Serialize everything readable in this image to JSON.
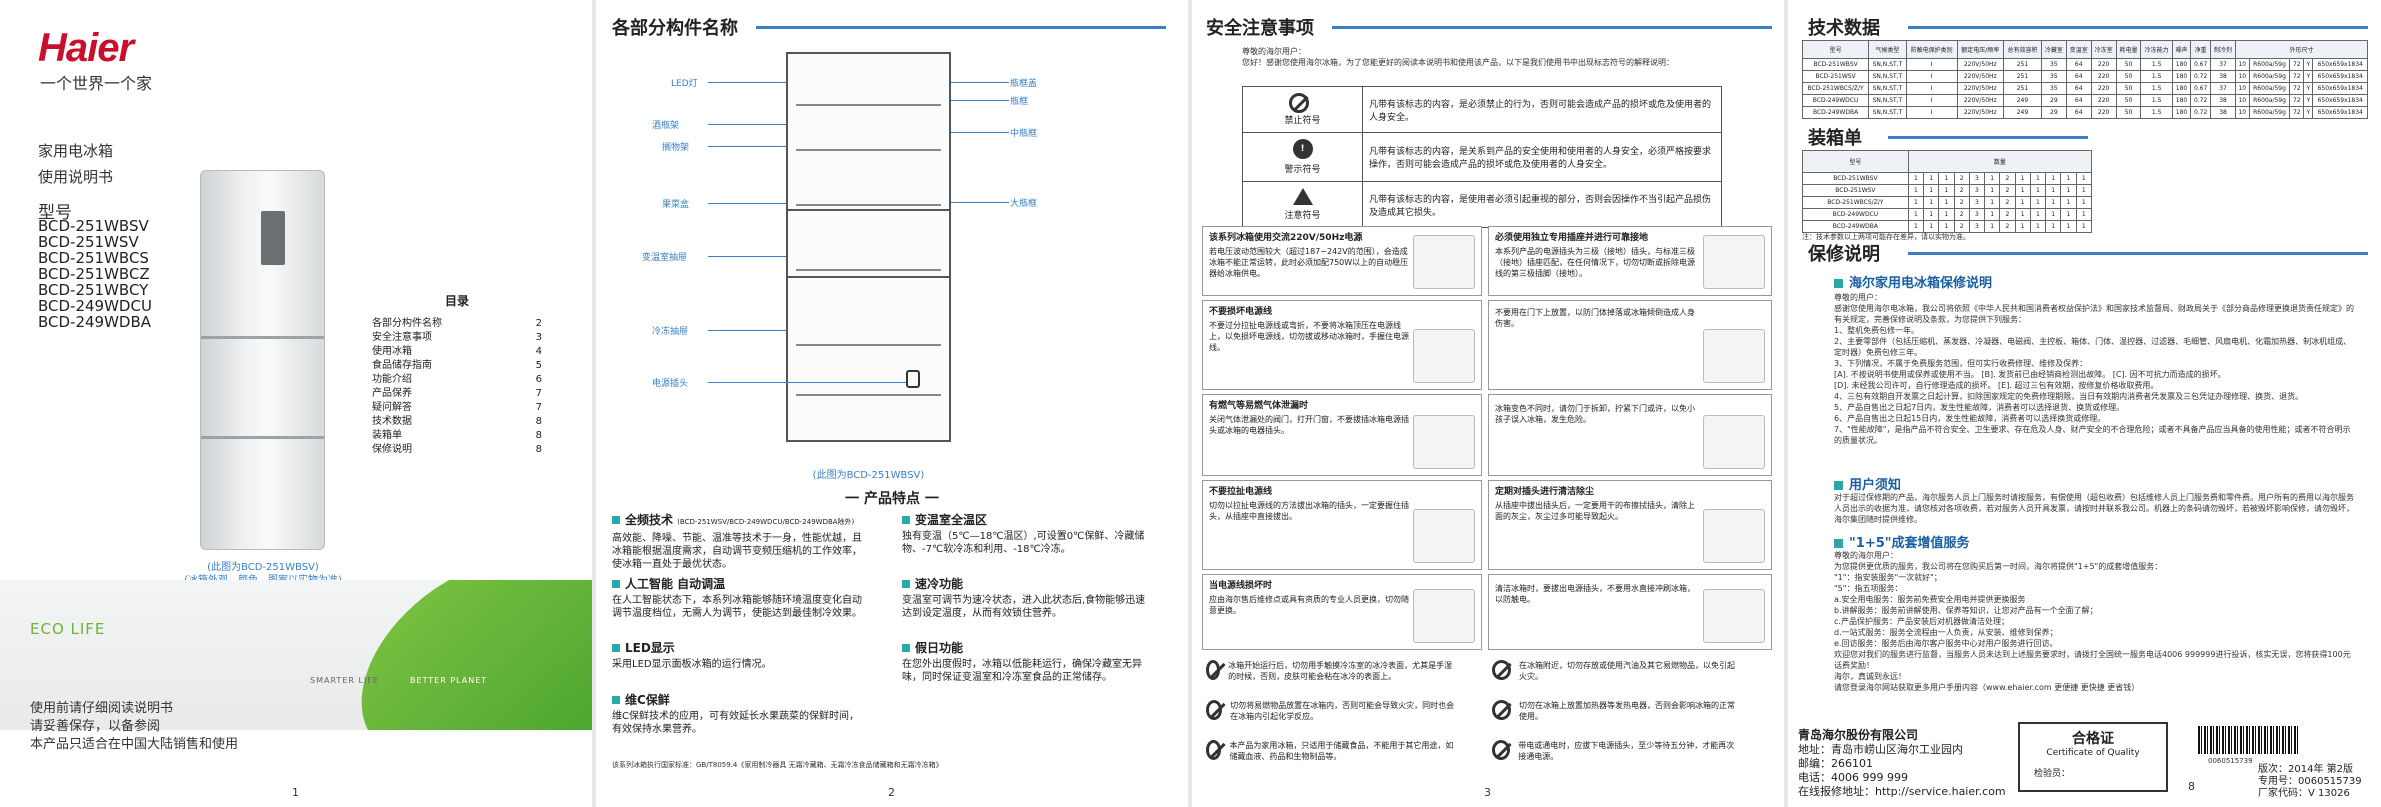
{
  "cover": {
    "slogan": "一个世界一个家",
    "product_type": "家用电冰箱",
    "manual_title": "使用说明书",
    "model_label": "型号",
    "models": [
      "BCD-251WBSV",
      "BCD-251WSV",
      "BCD-251WBCS",
      "BCD-251WBCZ",
      "BCD-251WBCY",
      "BCD-249WDCU",
      "BCD-249WDBA"
    ],
    "image_caption": "(此图为BCD-251WBSV)",
    "image_note": "(冰箱外观、颜色、图案以实物为准)",
    "eco_life": "ECO LIFE",
    "smarter_life": "SMARTER LIFE",
    "better_planet": "BETTER PLANET",
    "footer_lines": [
      "使用前请仔细阅读说明书",
      "请妥善保存，以备参阅",
      "本产品只适合在中国大陆销售和使用"
    ],
    "page_number": "1"
  },
  "toc": {
    "title": "目录",
    "items": [
      {
        "label": "各部分构件名称",
        "page": "2"
      },
      {
        "label": "安全注意事项",
        "page": "3"
      },
      {
        "label": "使用冰箱",
        "page": "4"
      },
      {
        "label": "食品储存指南",
        "page": "5"
      },
      {
        "label": "功能介绍",
        "page": "6"
      },
      {
        "label": "产品保养",
        "page": "7"
      },
      {
        "label": "疑问解答",
        "page": "7"
      },
      {
        "label": "技术数据",
        "page": "8"
      },
      {
        "label": "装箱单",
        "page": "8"
      },
      {
        "label": "保修说明",
        "page": "8"
      }
    ]
  },
  "parts": {
    "title": "各部分构件名称",
    "labels_left": [
      "LED灯",
      "酒瓶架",
      "搁物架",
      "果菜盒",
      "变温室抽屉",
      "冷冻抽屉",
      "电源插头"
    ],
    "labels_right": [
      "瓶框盖",
      "瓶框",
      "中瓶框",
      "大瓶框"
    ],
    "caption": "(此图为BCD-251WBSV)",
    "features_title": "一 产品特点 一",
    "features": [
      {
        "title": "全频技术",
        "sub": "(BCD-251WSV/BCD-249WDCU/BCD-249WDBA除外)",
        "text": "高效能、降噪、节能、温准等技术于一身，性能优越，且冰箱能根据温度需求，自动调节变频压缩机的工作效率，使冰箱一直处于最优状态。"
      },
      {
        "title": "变温室全温区",
        "sub": "",
        "text": "独有变温（5℃—18℃温区）,可设置0℃保鲜、冷藏储物、-7℃软冷冻和利用、-18℃冷冻。"
      },
      {
        "title": "人工智能 自动调温",
        "sub": "",
        "text": "在人工智能状态下，本系列冰箱能够随环境温度变化自动调节温度档位，无需人为调节，使能达到最佳制冷效果。"
      },
      {
        "title": "速冷功能",
        "sub": "",
        "text": "变温室可调节为速冷状态，进入此状态后,食物能够迅速达到设定温度，从而有效锁住营养。"
      },
      {
        "title": "LED显示",
        "sub": "",
        "text": "采用LED显示面板冰箱的运行情况。"
      },
      {
        "title": "假日功能",
        "sub": "",
        "text": "在您外出度假时，冰箱以低能耗运行，确保冷藏室无异味，同时保证变温室和冷冻室食品的正常储存。"
      },
      {
        "title": "维C保鲜",
        "sub": "",
        "text": "维C保鲜技术的应用，可有效延长水果蔬菜的保鲜时间，有效保持水果营养。"
      }
    ],
    "standard_note": "该系列冰箱执行国家标准：GB/T8059.4《家用制冷器具 无霜冷藏箱、无霜冷冻食品储藏箱和无霜冷冻箱》",
    "page_number": "2"
  },
  "safety": {
    "title": "安全注意事项",
    "intro": "尊敬的海尔用户：",
    "intro_text": "您好！感谢您使用海尔冰箱，为了您能更好的阅读本说明书和使用该产品，以下是我们使用书中出现标志符号的解释说明：",
    "symbols": [
      {
        "label": "禁止符号",
        "text": "凡带有该标志的内容，是必须禁止的行为，否则可能会造成产品的损坏或危及使用者的人身安全。"
      },
      {
        "label": "警示符号",
        "text": "凡带有该标志的内容，是关系到产品的安全使用和使用者的人身安全，必须严格按要求操作，否则可能会造成产品的损坏或危及使用者的人身安全。"
      },
      {
        "label": "注意符号",
        "text": "凡带有该标志的内容，是使用者必须引起重视的部分，否则会因操作不当引起产品损伤及造成其它损失。"
      }
    ],
    "cells": [
      {
        "title": "该系列冰箱使用交流220V/50Hz电源",
        "text": "若电压波动范围较大（超过187~242V的范围），会造成冰箱不能正常运转，此时必须加配750W以上的自动稳压器给冰箱供电。"
      },
      {
        "title": "必须使用独立专用插座并进行可靠接地",
        "text": "本系列产品的电源插头为三极（接地）插头，与标准三极（接地）插座匹配，在任何情况下，切勿切断或拆除电源线的第三极插脚（接地）。"
      },
      {
        "title": "不要损坏电源线",
        "text": "不要过分拉扯电源线或弯折，不要将冰箱顶压在电源线上，以免损坏电源线，切勿拔或移动冰箱时，手握住电源线。"
      },
      {
        "title": "",
        "text": "不要用在门下上放置，以防门体掉落或冰箱倾倒造成人身伤害。"
      },
      {
        "title": "有燃气等易燃气体泄漏时",
        "text": "关闭气体泄漏处的阀门，打开门窗，不要拔插冰箱电源插头或冰箱的电器插头。"
      },
      {
        "title": "",
        "text": "冰箱变色不同时，请勿门于拆卸，拧紧下门或许，以免小孩子误入冰箱，发生危险。"
      },
      {
        "title": "不要拉扯电源线",
        "text": "切勿以拉扯电源线的方法拔出冰箱的插头，一定要握住插头，从插座中直接拔出。"
      },
      {
        "title": "定期对插头进行清洁除尘",
        "text": "从插座中拔出插头后，一定要用干的布擦拭插头，清除上面的灰尘，灰尘过多可能导致起火。"
      },
      {
        "title": "当电源线损坏时",
        "text": "应由海尔售后维修点或具有资质的专业人员更换，切勿随意更换。"
      },
      {
        "title": "",
        "text": "清洁冰箱时，要拔出电源插头，不要用水直接冲刷冰箱，以防触电。"
      }
    ],
    "prohibitions": [
      "冰箱开始运行后，切勿用手触摸冷冻室的冰冷表面，尤其是手湿的时候，否则，皮肤可能会粘在冰冷的表面上。",
      "在冰箱附近，切勿存放或使用汽油及其它易燃物品，以免引起火灾。",
      "切勿将易燃物品放置在冰箱内，否则可能会导致火灾，同时也会在冰箱内引起化学反应。",
      "切勿在冰箱上放置加热器等发热电器，否则会影响冰箱的正常使用。",
      "本产品为家用冰箱，只适用于储藏食品，不能用于其它用途，如储藏血液、药品和生物制品等。",
      "带电或通电时，应拔下电源插头，至少等待五分钟，才能再次接通电源。"
    ],
    "page_number": "3"
  },
  "spec": {
    "title": "技术数据",
    "headers": [
      "型号",
      "气候类型",
      "防触电保护类别",
      "额定电压/频率",
      "总有效容积",
      "冷藏室",
      "变温室",
      "冷冻室",
      "耗电量",
      "冷冻能力",
      "噪声",
      "净重",
      "制冷剂",
      "外形尺寸"
    ],
    "rows": [
      [
        "BCD-251WBSV",
        "SN,N,ST,T",
        "I",
        "220V/50Hz",
        "251",
        "35",
        "64",
        "220",
        "50",
        "1.5",
        "180",
        "0.67",
        "37",
        "10",
        "R600a/59g",
        "72",
        "Y",
        "650x659x1834"
      ],
      [
        "BCD-251WSV",
        "SN,N,ST,T",
        "I",
        "220V/50Hz",
        "251",
        "35",
        "64",
        "220",
        "50",
        "1.5",
        "180",
        "0.72",
        "38",
        "10",
        "R600a/59g",
        "72",
        "Y",
        "650x659x1834"
      ],
      [
        "BCD-251WBCS/Z/Y",
        "SN,N,ST,T",
        "I",
        "220V/50Hz",
        "251",
        "35",
        "64",
        "220",
        "50",
        "1.5",
        "180",
        "0.67",
        "37",
        "10",
        "R600a/59g",
        "72",
        "Y",
        "650x659x1834"
      ],
      [
        "BCD-249WDCU",
        "SN,N,ST,T",
        "I",
        "220V/50Hz",
        "249",
        "29",
        "64",
        "220",
        "50",
        "1.5",
        "180",
        "0.72",
        "38",
        "10",
        "R600a/59g",
        "72",
        "Y",
        "650x659x1834"
      ],
      [
        "BCD-249WDBA",
        "SN,N,ST,T",
        "I",
        "220V/50Hz",
        "249",
        "29",
        "64",
        "220",
        "50",
        "1.5",
        "180",
        "0.72",
        "38",
        "10",
        "R600a/59g",
        "72",
        "Y",
        "650x659x1834"
      ]
    ]
  },
  "packing": {
    "title": "装箱单",
    "col_header": "数量",
    "row_header": "型号",
    "rows": [
      "BCD-251WBSV",
      "BCD-251WSV",
      "BCD-251WBCS/Z/Y",
      "BCD-249WDCU",
      "BCD-249WDBA"
    ],
    "note": "注：技术参数以上两项可能存在差异，请以实物为准。"
  },
  "warranty": {
    "title": "保修说明",
    "h1": "海尔家用电冰箱保修说明",
    "p1": "尊敬的用户：",
    "p1b": "感谢您使用海尔电冰箱，我公司将依照《中华人民共和国消费者权益保护法》和国家技术监督局、财政局关于《部分商品修理更换退货责任规定》的有关规定，完善保修说明及条款，为您提供下列服务：",
    "list": [
      "1、整机免费包修一年。",
      "2、主要零部件（包括压缩机、蒸发器、冷凝器、电磁阀、主控板、箱体、门体、温控器、过滤器、毛细管、风扇电机、化霜加热器、制冰机组成、定时器）免费包修三年。",
      "3、下列情况，不属于免费服务范围，但可实行收费修理、维修及保养：",
      "[A]. 不按说明书使用或保养或使用不当。 [B]. 发货前已由经销商检测出故障。 [C]. 因不可抗力而造成的损坏。",
      "[D]. 未经我公司许可，自行修理造成的损坏。 [E]. 超过三包有效期，按修复价格收取费用。",
      "4、三包有效期自开发票之日起计算，扣除国家规定的免费修理期限，当日有效期内消费者凭发票及三包凭证办理修理、换货、退货。",
      "5、产品自售出之日起7日内，发生性能故障，消费者可以选择退货、换货或修理。",
      "6、产品自售出之日起15日内，发生性能故障，消费者可以选择换货或修理。",
      "7、\"性能故障\"，是指产品不符合安全、卫生要求、存在危及人身、财产安全的不合理危险；或者不具备产品应当具备的使用性能；或者不符合明示的质量状况。"
    ],
    "h2": "用户须知",
    "p2": "对于超过保修期的产品，海尔服务人员上门服务时请按服务，有偿使用（超包收费）包括维修人员上门服务费和零件费。用户所有的费用以海尔服务人员出示的收据为准，请您核对各项收费，若对服务人员开具发票，请按时并联系我公司。机器上的条码请勿毁坏，若被毁坏影响保修，请勿毁坏，海尔集团随时提供维修。",
    "h3": "\"1+5\"成套增值服务",
    "p3": "尊敬的海尔用户：",
    "p3b": "为您提供更优质的服务，我公司将在您购买后第一时间，海尔将提供\"1+5\"的成套增值服务：",
    "list3": [
      "\"1\"：指安装服务\"一次就好\"；",
      "\"5\"：指五项服务：",
      "a.安全用电服务：服务前免费安全用电并提供更换服务",
      "b.讲解服务：服务前讲解使用、保养等知识，让您对产品有一个全面了解；",
      "c.产品保护服务：产品安装后对机器做清洁处理；",
      "d.一站式服务：服务全流程由一人负责，从安装、维修到保养；",
      "e.回访服务：服务后由海尔客户服务中心对用户服务进行回访。"
    ],
    "p4": "欢迎您对我们的服务进行监督，当服务人员未达到上述服务要求时，请拨打全国统一服务电话4006 999999进行投诉，核实无误，您将获得100元话费奖励！",
    "p5": "海尔，真诚到永远！",
    "p6": "请您登录海尔网站获取更多用户手册内容（www.ehaier.com 更便捷 更快捷 更省钱）",
    "page_number": "8"
  },
  "company": {
    "name": "青岛海尔股份有限公司",
    "address": "地址：青岛市崂山区海尔工业园内",
    "postcode": "邮编：266101",
    "phone": "电话：4006 999 999",
    "website": "在线报修地址：http://service.haier.com"
  },
  "certificate": {
    "title": "合格证",
    "title_en": "Certificate of Quality",
    "inspector": "检验员："
  },
  "version": {
    "barcode_number": "0060515739",
    "edition": "版次：2014年 第2版",
    "code": "专用号：0060515739",
    "factory_code": "厂家代码：V 13026"
  },
  "colors": {
    "haier_red": "#c8102e",
    "accent_blue": "#3a7fc8",
    "teal": "#2aa7a8",
    "eco_green": "#4aa52e"
  }
}
